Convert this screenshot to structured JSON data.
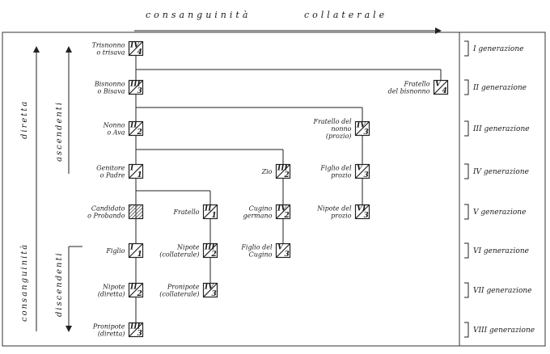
{
  "header": {
    "left": "consanguinità",
    "right": "collaterale"
  },
  "side": {
    "outer_a": "consanguinità",
    "outer_b": "diretta",
    "asc": "ascendenti",
    "disc": "discendenti"
  },
  "generations": [
    "I generazione",
    "II generazione",
    "III generazione",
    "IV generazione",
    "V generazione",
    "VI generazione",
    "VII generazione",
    "VIII generazione"
  ],
  "persons": [
    {
      "id": "trisnonno",
      "l1": "Trisnonno",
      "l2": "o trisava",
      "top": "IV",
      "bot": "4"
    },
    {
      "id": "bisnonno",
      "l1": "Bisnonno",
      "l2": "o Bisava",
      "top": "III",
      "bot": "3"
    },
    {
      "id": "nonno",
      "l1": "Nonno",
      "l2": "o Ava",
      "top": "II",
      "bot": "2"
    },
    {
      "id": "genitore",
      "l1": "Genitore",
      "l2": "o Padre",
      "top": "I",
      "bot": "1"
    },
    {
      "id": "candidato",
      "l1": "Candidato",
      "l2": "o Probando",
      "top": "",
      "bot": ""
    },
    {
      "id": "figlio",
      "l1": "Figlio",
      "l2": "",
      "top": "I",
      "bot": "1"
    },
    {
      "id": "nipote-diretta",
      "l1": "Nipote",
      "l2": "(diretta)",
      "top": "II",
      "bot": "2"
    },
    {
      "id": "pronipote-diretta",
      "l1": "Pronipote",
      "l2": "(diretta)",
      "top": "III",
      "bot": "3"
    },
    {
      "id": "fratello",
      "l1": "Fratello",
      "l2": "",
      "top": "II",
      "bot": "1"
    },
    {
      "id": "nipote-collaterale",
      "l1": "Nipote",
      "l2": "(collaterale)",
      "top": "III",
      "bot": "2"
    },
    {
      "id": "pronipote-collaterale",
      "l1": "Pronipote",
      "l2": "(collaterale)",
      "top": "IV",
      "bot": "3"
    },
    {
      "id": "zio",
      "l1": "Zio",
      "l2": "",
      "top": "III",
      "bot": "2"
    },
    {
      "id": "cugino",
      "l1": "Cugino",
      "l2": "germano",
      "top": "IV",
      "bot": "2"
    },
    {
      "id": "figlio-cugino",
      "l1": "Figlio del",
      "l2": "Cugino",
      "top": "V",
      "bot": "3"
    },
    {
      "id": "fratello-nonno",
      "l1": "Fratello del",
      "l2": "nonno",
      "l3": "(prozio)",
      "top": "IV",
      "bot": "3"
    },
    {
      "id": "figlio-prozio",
      "l1": "Figlio del",
      "l2": "prozio",
      "top": "V",
      "bot": "3"
    },
    {
      "id": "nipote-prozio",
      "l1": "Nipote del",
      "l2": "prozio",
      "top": "VI",
      "bot": "3"
    },
    {
      "id": "fratello-bisnonno",
      "l1": "Fratello",
      "l2": "del bisnonno",
      "top": "V",
      "bot": "4"
    }
  ]
}
